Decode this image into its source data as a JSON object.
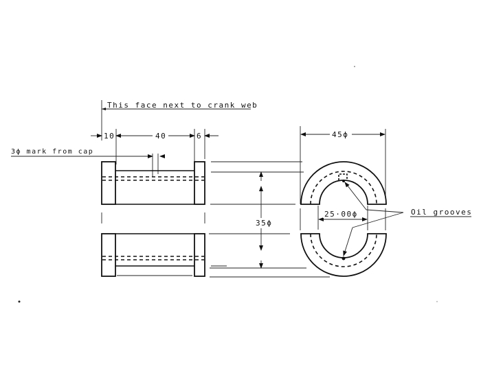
{
  "drawing": {
    "title": "Split bearing half shells - engineering drawing",
    "annotations": {
      "face_note": "This face next to crank web",
      "mark_note": "3ϕ mark from cap",
      "oil_grooves": "Oil grooves"
    },
    "dimensions": {
      "flange_left": "10",
      "body_length": "40",
      "flange_right": "6",
      "outer_diameter": "45ϕ",
      "height_diameter": "35ϕ",
      "bore_diameter": "25·00ϕ"
    },
    "views": [
      {
        "name": "side-view-top-half"
      },
      {
        "name": "side-view-bottom-half"
      },
      {
        "name": "end-view-top-half"
      },
      {
        "name": "end-view-bottom-half"
      }
    ]
  }
}
